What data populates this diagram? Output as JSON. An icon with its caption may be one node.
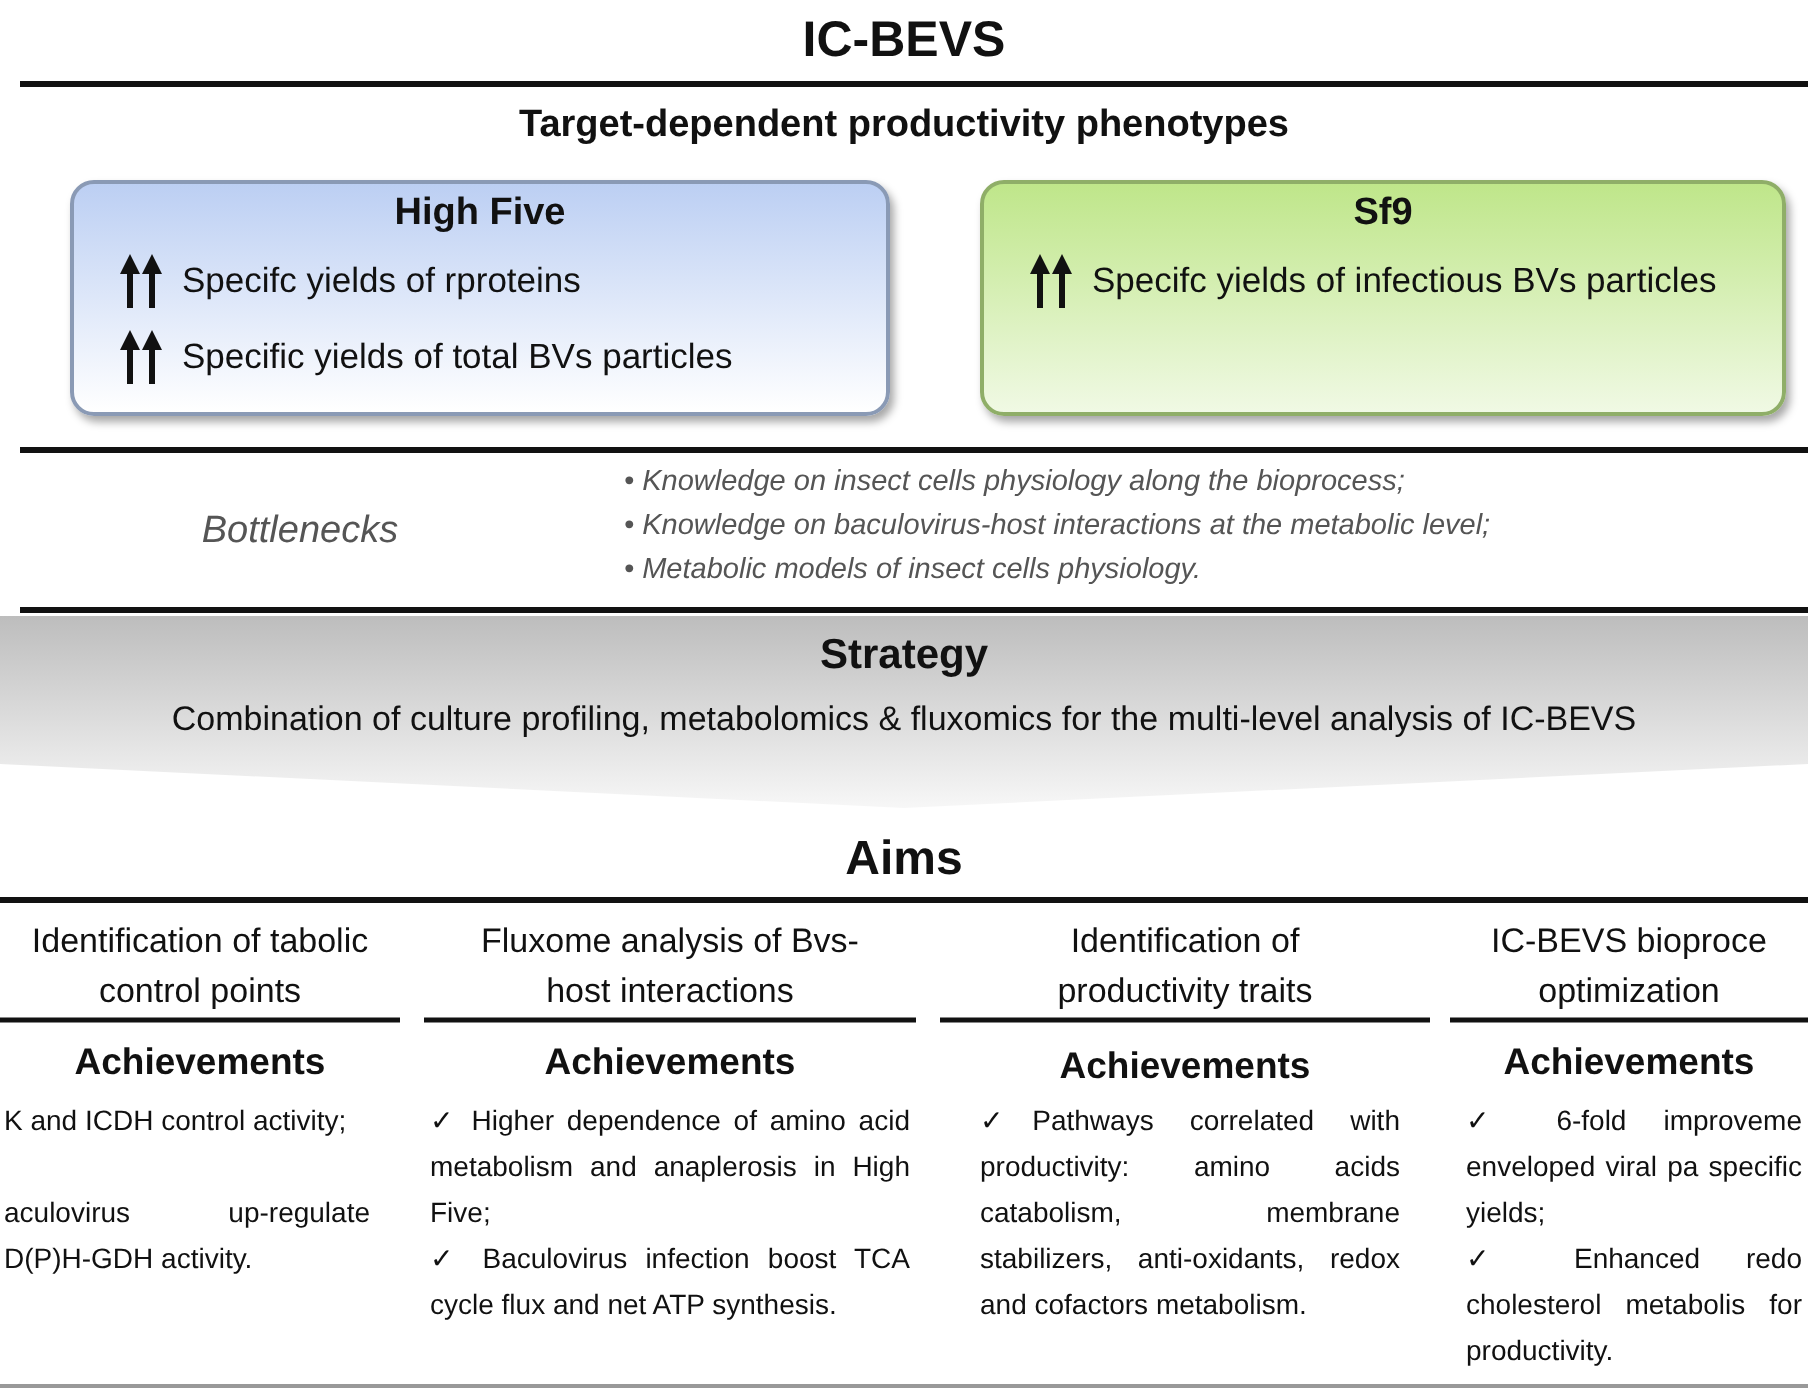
{
  "diagram": {
    "title": "IC-BEVS",
    "nodes": [
      {
        "text": [
          "High Five",
          "Specifc yields of rproteins",
          "Specific yields of total BVs particles"
        ]
      },
      {
        "text": [
          "Sf9",
          "Specifc yields of infectious BVs particles"
        ]
      },
      {
        "text": [
          "Strategy",
          "Combination of culture profiling, metabolomics & fluxomics for the multi-level analysis of IC-BEVS"
        ]
      }
    ],
    "labels": [
      "Target-dependent productivity phenotypes",
      "Bottlenecks",
      "• Knowledge on insect cells physiology along the bioprocess;",
      "• Knowledge on baculovirus-host interactions at the metabolic level;",
      "• Metabolic models of insect cells physiology.",
      "Aims",
      "Identification of tabolic control points",
      "Fluxome analysis of Bvs-host interactions",
      "Identification of productivity traits",
      "IC-BEVS bioproce optimization",
      "Achievements",
      "Achievements",
      "Achievements",
      "Achievements",
      "K and ICDH control activity;",
      "aculovirus up-regulate D(P)H-GDH activity.",
      "✓ Higher dependence of amino acid metabolism and anaplerosis in High Five;",
      "✓ Baculovirus infection boost TCA cycle flux and net ATP synthesis.",
      "✓Pathways correlated with productivity: amino acids catabolism, membrane stabilizers, anti-oxidants, redox and cofactors metabolism.",
      "✓ 6-fold improveme enveloped viral pa specific yields;",
      "✓ Enhanced redo cholesterol metabolis for productivity."
    ]
  }
}
